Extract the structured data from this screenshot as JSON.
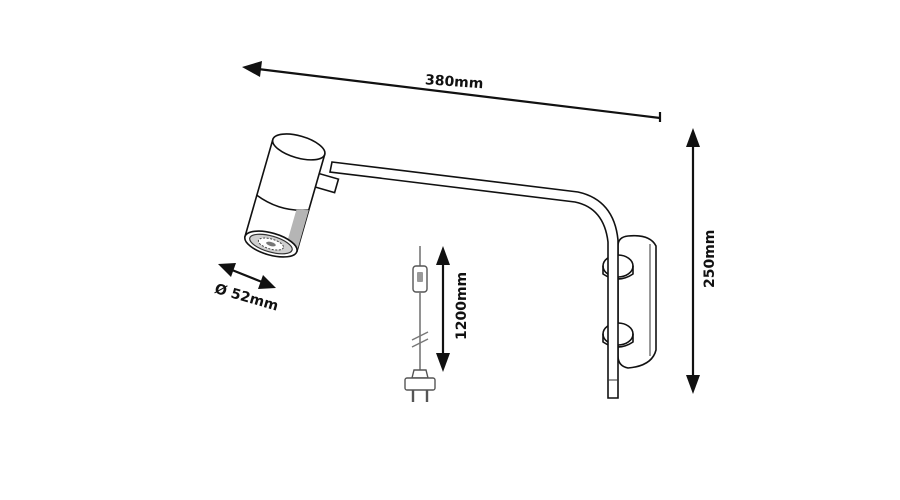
{
  "dimensions": {
    "width_label": "380mm",
    "height_label": "250mm",
    "diameter_label": "Ø 52mm",
    "cable_label": "1200mm"
  },
  "colors": {
    "line": "#111111",
    "cable": "#777777",
    "background": "#ffffff"
  }
}
